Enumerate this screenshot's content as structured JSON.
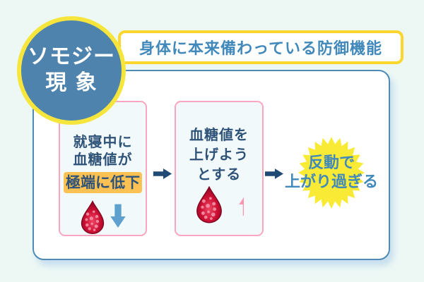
{
  "badge": {
    "line1": "ソモジー",
    "line2": "現 象"
  },
  "header": {
    "title": "身体に本来備わっている防御機能"
  },
  "steps": {
    "step1": {
      "line1": "就寝中に",
      "line2": "血糖値が",
      "highlight": "極端に低下"
    },
    "step2": {
      "line1": "血糖値を",
      "line2": "上げよう",
      "line3": "とする"
    },
    "result": {
      "line1": "反動で",
      "line2": "上がり過ぎる"
    }
  },
  "icons": {
    "step1": [
      "blood-drop-icon",
      "arrow-down-icon"
    ],
    "step2": [
      "blood-drop-icon",
      "arrow-up-icon"
    ],
    "connectors": [
      "arrow-right-icon",
      "arrow-right-icon"
    ],
    "result": "starburst-shape"
  },
  "colors": {
    "page_bg": "#EDF8F5",
    "badge_blue": "#4D83AC",
    "badge_ring_yellow": "#F6E53C",
    "title_border_yellow": "#FBD62E",
    "frame_border_blue": "#4E8AB4",
    "step_border_pink": "#F9A6BE",
    "step_bg": "#F2F9FB",
    "text_navy": "#2F5378",
    "text_steel_blue": "#4189BA",
    "highlight_orange": "#FBC153",
    "starburst_yellow": "#F9EA35",
    "arrow_navy": "#1F4A73",
    "arrow_blue": "#5EA0CE",
    "arrow_pink": "#F995AF",
    "blood_red": "#C60E2E"
  }
}
